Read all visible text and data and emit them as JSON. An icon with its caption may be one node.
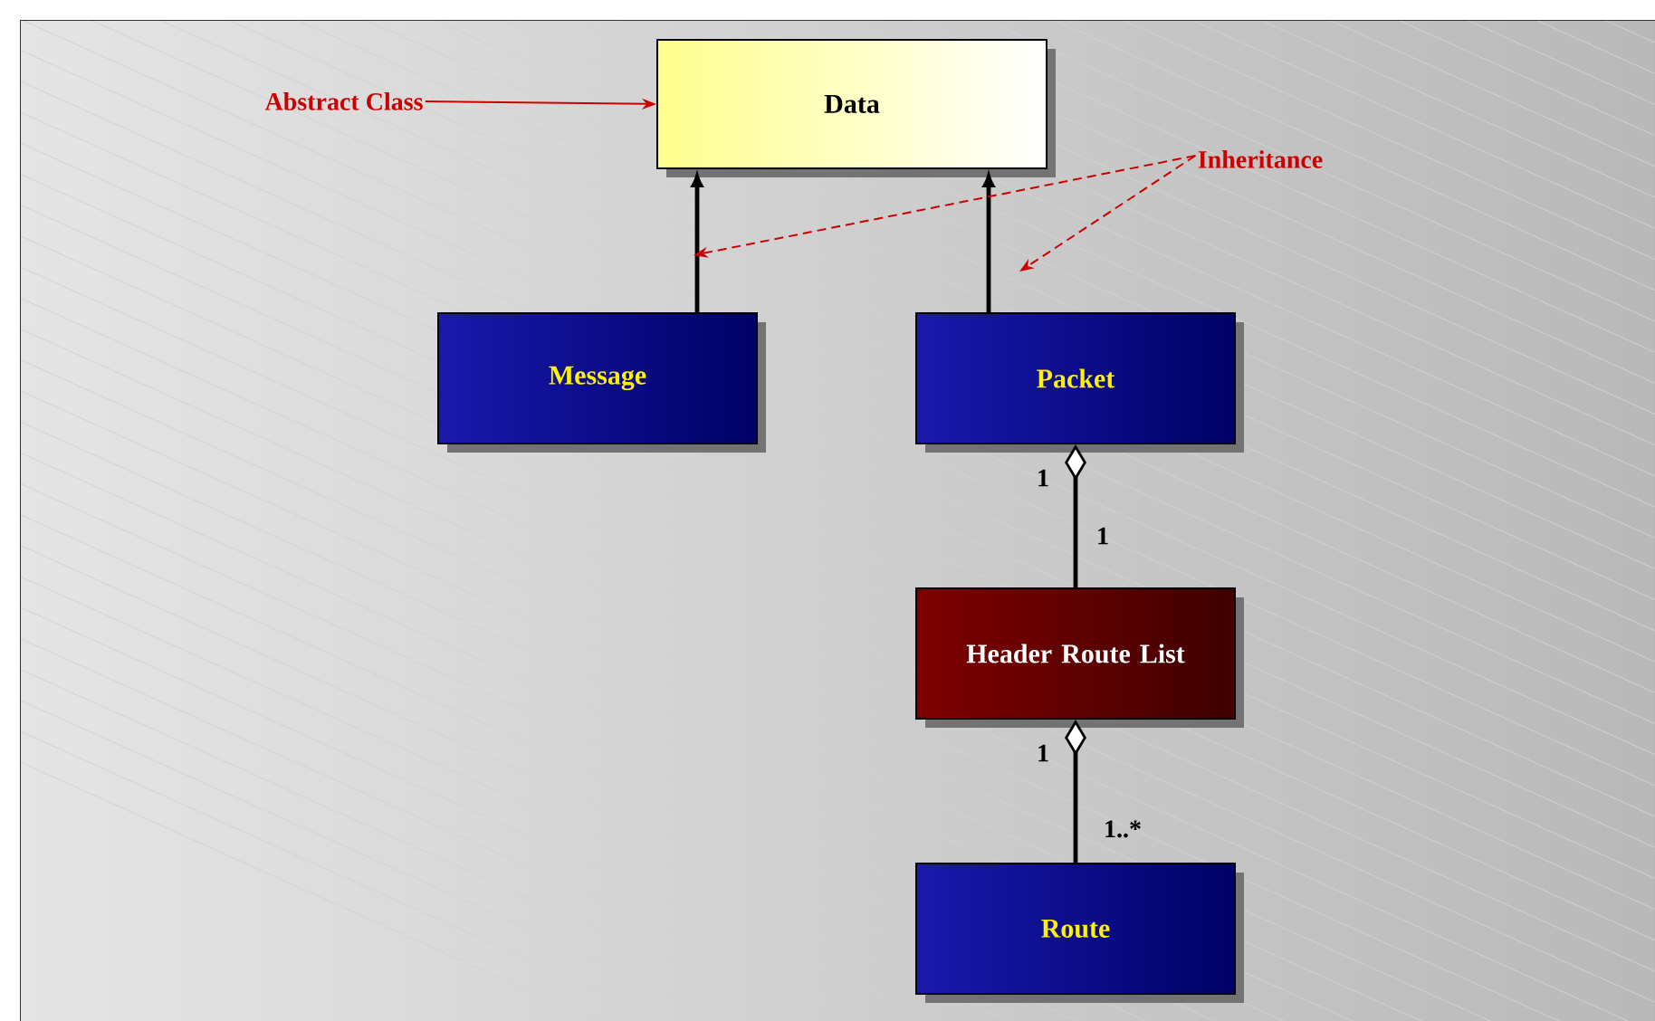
{
  "diagram": {
    "nodes": [
      {
        "text": [
          "Data"
        ]
      },
      {
        "text": [
          "Message"
        ]
      },
      {
        "text": [
          "Packet"
        ]
      },
      {
        "text": [
          "Header Route List"
        ]
      },
      {
        "text": [
          "Route"
        ]
      },
      {
        "text": [
          "Abstract Class"
        ]
      },
      {
        "text": [
          "Inheritance"
        ]
      }
    ],
    "edges": [
      {
        "from": 1,
        "to": 0,
        "arrow": "to"
      },
      {
        "from": 2,
        "to": 0,
        "arrow": "to"
      },
      {
        "from": 3,
        "to": 2,
        "arrow": "other"
      },
      {
        "from": 4,
        "to": 3,
        "arrow": "other"
      },
      {
        "from": 5,
        "to": 0,
        "arrow": "to",
        "color": "#cc0000"
      },
      {
        "from": 6,
        "to": null,
        "arrow": "to",
        "style": "dashed",
        "color": "#cc0000"
      },
      {
        "from": 6,
        "to": null,
        "arrow": "to",
        "style": "dashed",
        "color": "#cc0000"
      }
    ],
    "labels": [
      "1",
      "1",
      "1",
      "1..*"
    ]
  }
}
